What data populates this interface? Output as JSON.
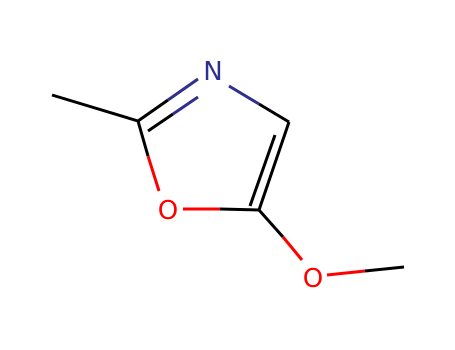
{
  "molecule": {
    "atoms": {
      "n1": {
        "symbol": "N",
        "color": "#2f2f8f"
      },
      "o1": {
        "symbol": "O",
        "color": "#ff0000"
      },
      "o2": {
        "symbol": "O",
        "color": "#ff0000"
      }
    },
    "bond_color": "#000000",
    "nitrogen_color": "#2f2f8f",
    "oxygen_color": "#ff0000"
  }
}
